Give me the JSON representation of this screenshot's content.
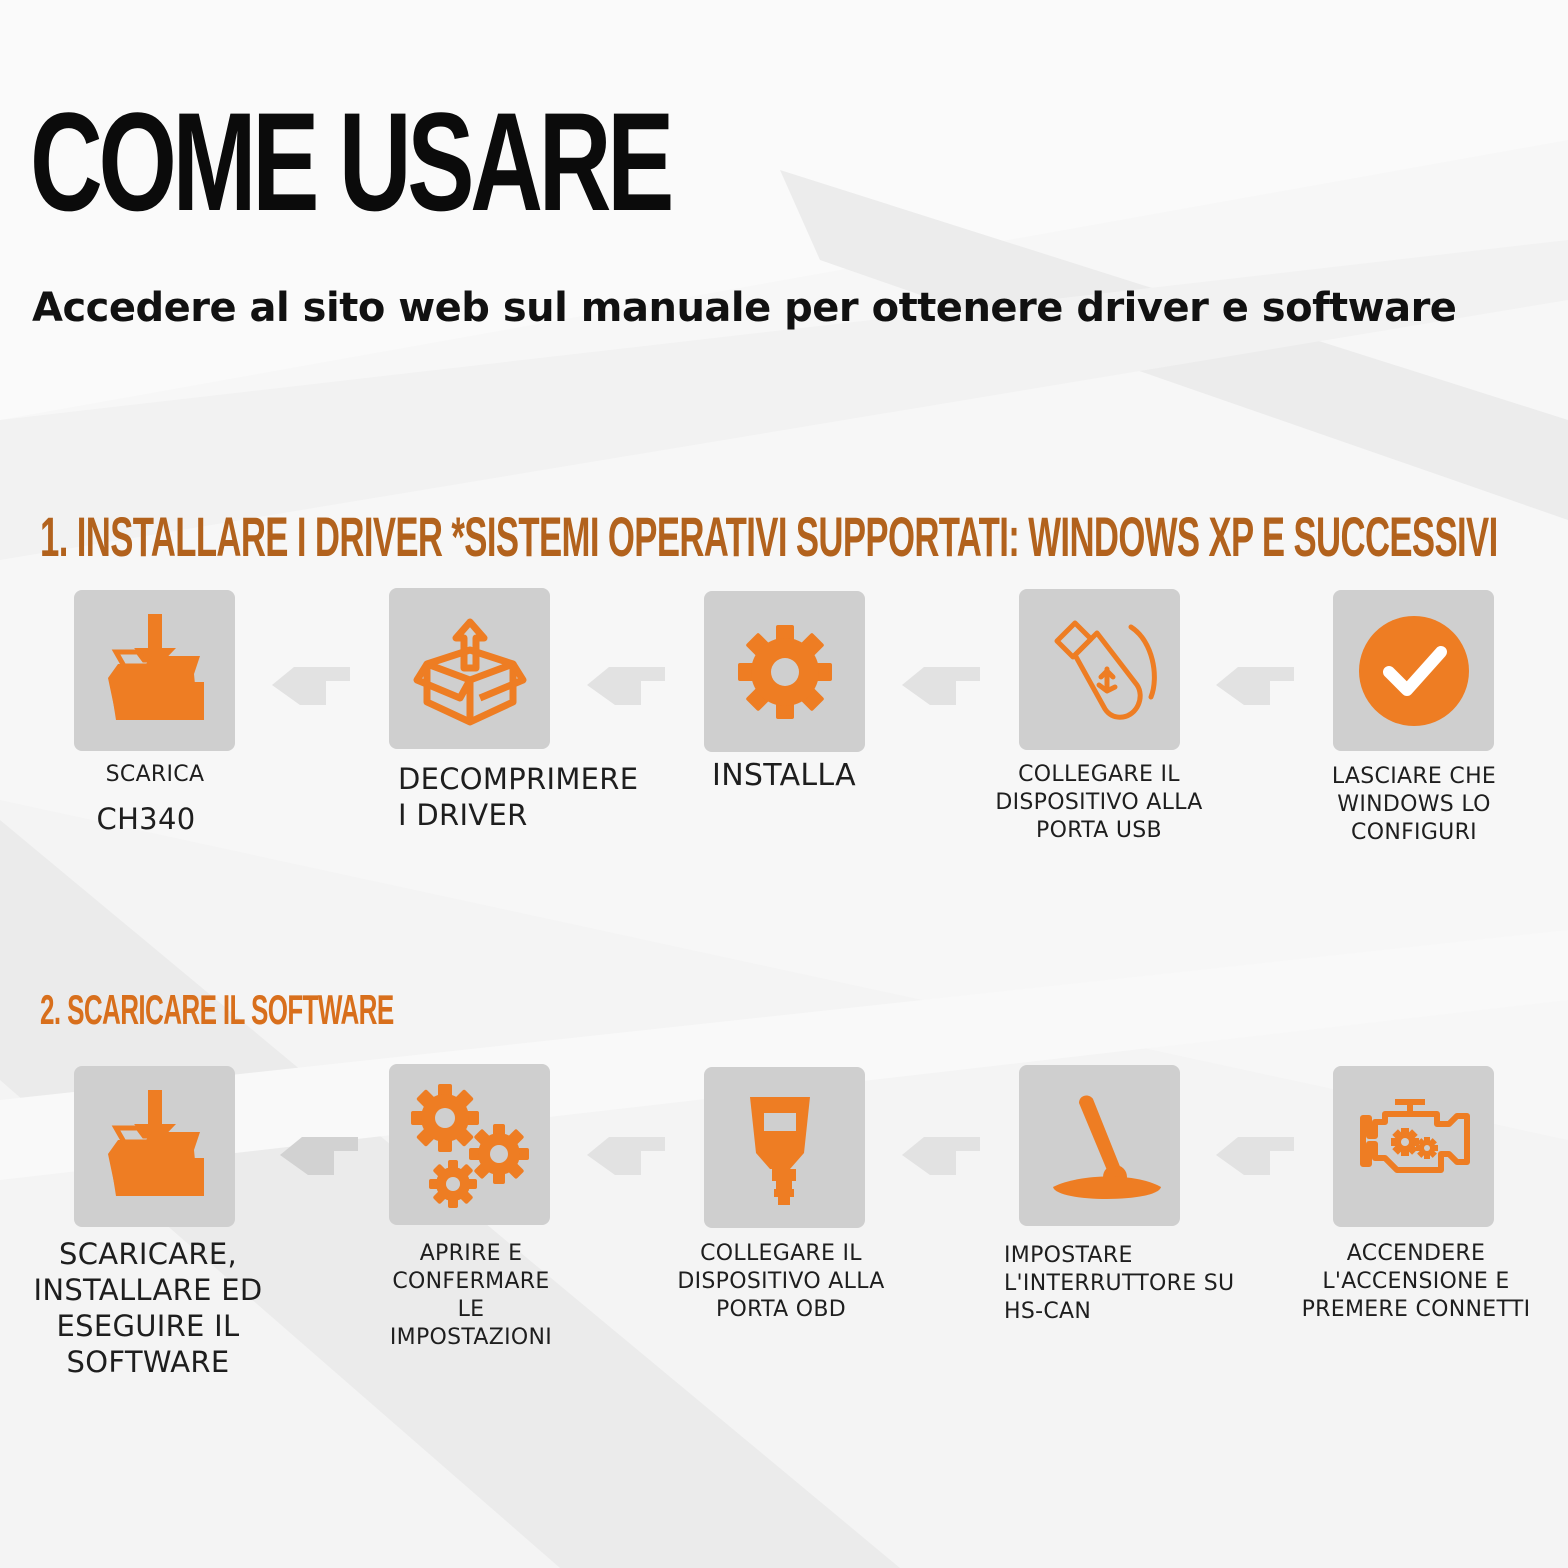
{
  "header": {
    "title": "COME USARE",
    "subtitle": "Accedere al sito web sul manuale per ottenere driver e software"
  },
  "section1": {
    "title": "1. INSTALLARE I DRIVER *SISTEMI OPERATIVI SUPPORTATI: WINDOWS XP E SUCCESSIVI",
    "steps": [
      {
        "icon": "download-folder-icon",
        "lines": [
          "SCARICA",
          "CH340"
        ]
      },
      {
        "icon": "open-box-icon",
        "lines": [
          "DECOMPRIMERE",
          "I DRIVER"
        ]
      },
      {
        "icon": "gear-icon",
        "lines": [
          "INSTALLA"
        ]
      },
      {
        "icon": "usb-stick-icon",
        "lines": [
          "COLLEGARE IL",
          "DISPOSITIVO ALLA",
          "PORTA USB"
        ]
      },
      {
        "icon": "checkmark-icon",
        "lines": [
          "LASCIARE CHE",
          "WINDOWS LO",
          "CONFIGURI"
        ]
      }
    ]
  },
  "section2": {
    "title": "2. SCARICARE IL SOFTWARE",
    "steps": [
      {
        "icon": "download-folder-icon",
        "lines": [
          "SCARICARE,",
          "INSTALLARE ED",
          "ESEGUIRE IL",
          "SOFTWARE"
        ]
      },
      {
        "icon": "gears-icon",
        "lines": [
          "APRIRE E",
          "CONFERMARE",
          "LE",
          "IMPOSTAZIONI"
        ]
      },
      {
        "icon": "obd-connector-icon",
        "lines": [
          "COLLEGARE IL",
          "DISPOSITIVO ALLA",
          "PORTA OBD"
        ]
      },
      {
        "icon": "switch-lever-icon",
        "lines": [
          "IMPOSTARE",
          "L'INTERRUTTORE SU",
          "HS-CAN"
        ]
      },
      {
        "icon": "engine-icon",
        "lines": [
          "ACCENDERE",
          "L'ACCENSIONE E",
          "PREMERE CONNETTI"
        ]
      }
    ]
  },
  "colors": {
    "accent": "#ee7d23",
    "section_title": "#b2621d",
    "tile": "#cfcfcf",
    "arrow": "#e0e0e0"
  }
}
